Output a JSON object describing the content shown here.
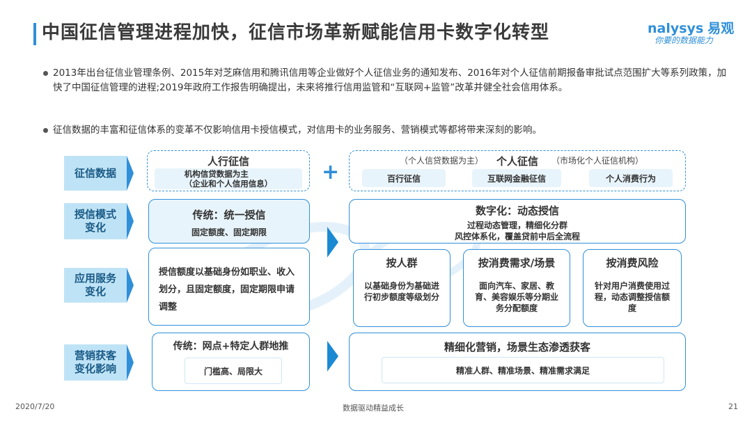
{
  "title": "中国征信管理进程加快，征信市场革新赋能信用卡数字化转型",
  "logo": {
    "brand": "nalysys",
    "brand_cn": "易观",
    "slogan": "你要的数据能力"
  },
  "bullets": [
    "2013年出台征信业管理条例、2015年对芝麻信用和腾讯信用等企业做好个人征信业务的通知发布、2016年对个人征信前期报备审批试点范围扩大等系列政策，加快了中国征信管理的进程;2019年政府工作报告明确提出，未来将推行信用监管和“互联网+监管”改革并健全社会信用体系。",
    "征信数据的丰富和征信体系的变革不仅影响信用卡授信模式，对信用卡的业务服务、营销模式等都将带来深刻的影响。"
  ],
  "rows": {
    "credit_data": {
      "tag": "征信数据",
      "pboc": {
        "title": "人行征信",
        "sub": "机构信贷数据为主\n（企业和个人信用信息）"
      },
      "personal": {
        "title": "个人征信",
        "left_note": "（个人信贷数据为主）",
        "right_note": "（市场化个人征信机构）",
        "items": [
          "百行征信",
          "互联网金融征信",
          "个人消费行为"
        ]
      }
    },
    "credit_mode": {
      "tag": "授信模式\n变化",
      "traditional": {
        "title": "传统：统一授信",
        "sub": "固定额度、固定期限"
      },
      "digital": {
        "title": "数字化：动态授信",
        "line1": "过程动态管理，精细化分群",
        "line2": "风控体系化，覆盖贷前中后全流程"
      }
    },
    "service": {
      "tag": "应用服务\n变化",
      "traditional": "授信额度以基础身份如职业、收入划分，且固定额度，固定期限申请调整",
      "cards": [
        {
          "title": "按人群",
          "body": "以基础身份为基础进行初步额度等级划分"
        },
        {
          "title": "按消费需求/场景",
          "body": "面向汽车、家居、教育、美容娱乐等分期业务分配额度"
        },
        {
          "title": "按消费风险",
          "body": "针对用户消费使用过程，动态调整授信额度"
        }
      ]
    },
    "marketing": {
      "tag": "营销获客\n变化影响",
      "traditional": {
        "title": "传统：网点+特定人群地推",
        "sub": "门槛高、局限大"
      },
      "new": {
        "title": "精细化营销，场景生态渗透获客",
        "sub": "精准人群、精准场景、精准需求满足"
      }
    }
  },
  "footer": {
    "date": "2020/7/20",
    "center": "数据驱动精益成长",
    "page": "21"
  },
  "colors": {
    "accent": "#2f8fd8",
    "tag_bg": "#bfe3f6",
    "tint": "#e8f4fb"
  }
}
